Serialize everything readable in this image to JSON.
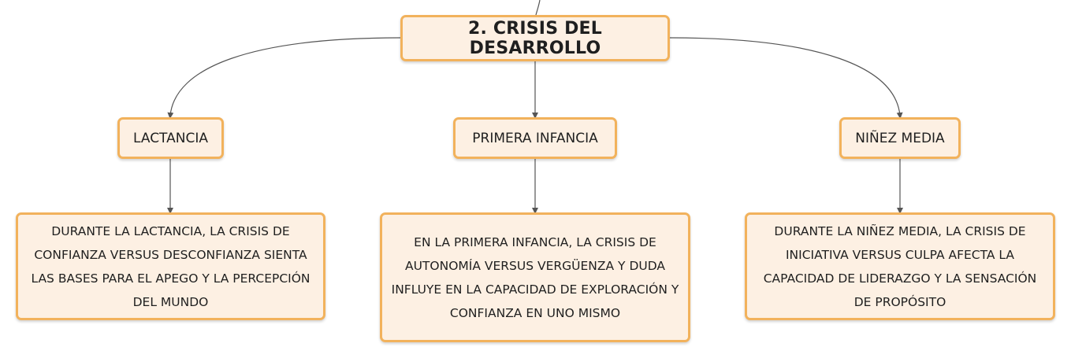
{
  "root": {
    "title": "2. CRISIS DEL DESARROLLO"
  },
  "branches": [
    {
      "label": "LACTANCIA",
      "description": "DURANTE LA LACTANCIA, LA CRISIS DE CONFIANZA VERSUS DESCONFIANZA SIENTA LAS BASES PARA EL APEGO Y LA PERCEPCIÓN DEL MUNDO"
    },
    {
      "label": "PRIMERA INFANCIA",
      "description": "EN LA PRIMERA INFANCIA, LA CRISIS DE AUTONOMÍA VERSUS VERGÜENZA Y DUDA INFLUYE EN LA CAPACIDAD DE EXPLORACIÓN Y CONFIANZA EN UNO MISMO"
    },
    {
      "label": "NIÑEZ MEDIA",
      "description": "DURANTE LA NIÑEZ MEDIA, LA CRISIS DE INICIATIVA VERSUS CULPA AFECTA LA CAPACIDAD DE LIDERAZGO Y LA SENSACIÓN DE PROPÓSITO"
    }
  ],
  "colors": {
    "node_fill": "#fdf0e3",
    "node_border": "#f2b25c",
    "connector": "#555555"
  }
}
